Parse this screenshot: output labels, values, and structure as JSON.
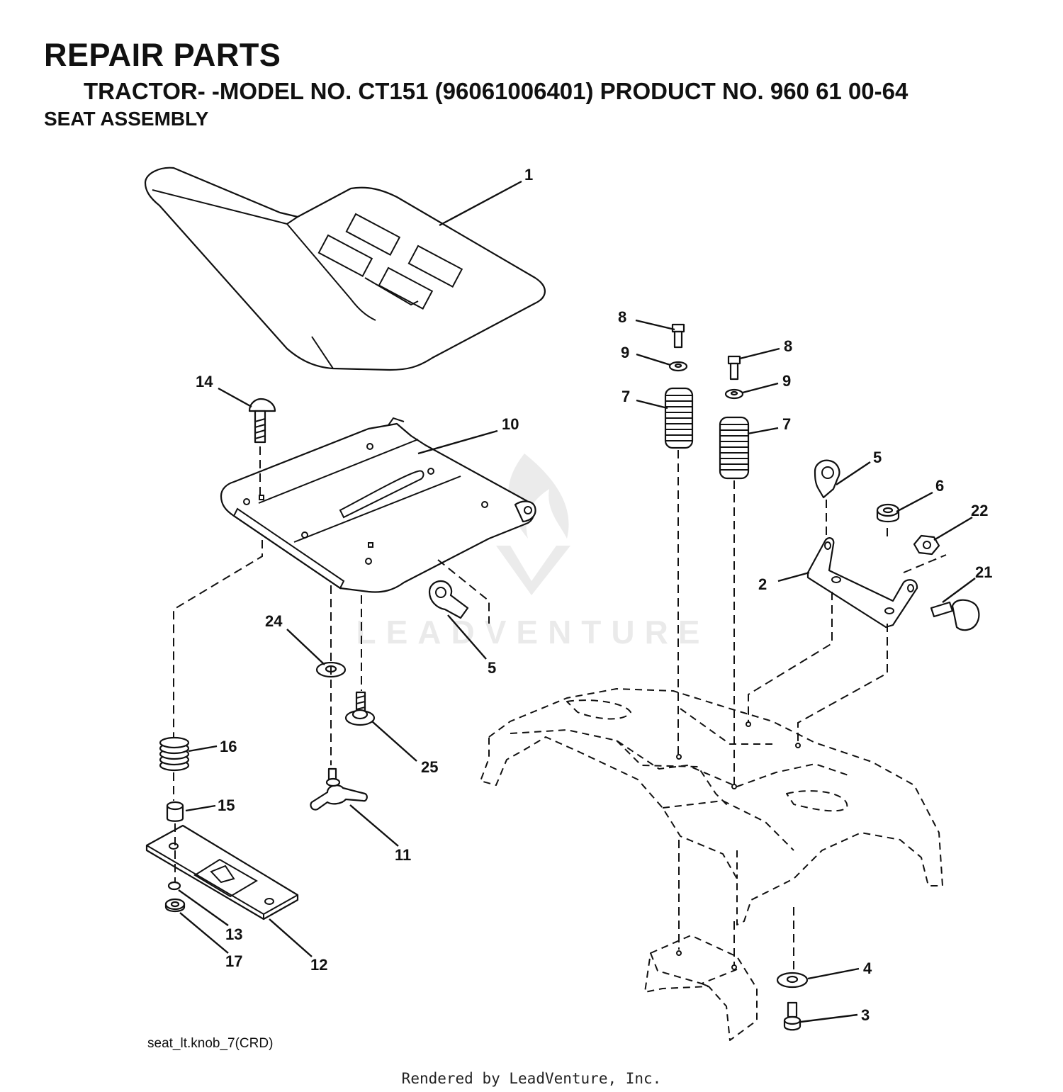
{
  "header": {
    "title": "REPAIR PARTS",
    "subtitle": "TRACTOR- -MODEL NO. CT151 (96061006401) PRODUCT NO. 960 61 00-64",
    "section": "SEAT ASSEMBLY"
  },
  "callouts": {
    "c1": "1",
    "c2": "2",
    "c3": "3",
    "c4": "4",
    "c5a": "5",
    "c5b": "5",
    "c6": "6",
    "c7a": "7",
    "c7b": "7",
    "c8a": "8",
    "c8b": "8",
    "c9a": "9",
    "c9b": "9",
    "c10": "10",
    "c11": "11",
    "c12": "12",
    "c13": "13",
    "c14": "14",
    "c15": "15",
    "c16": "16",
    "c17": "17",
    "c21": "21",
    "c22": "22",
    "c24": "24",
    "c25": "25"
  },
  "drawing_ref": "seat_lt.knob_7(CRD)",
  "watermark": "LEADVENTURE",
  "footer": "Rendered by LeadVenture, Inc."
}
